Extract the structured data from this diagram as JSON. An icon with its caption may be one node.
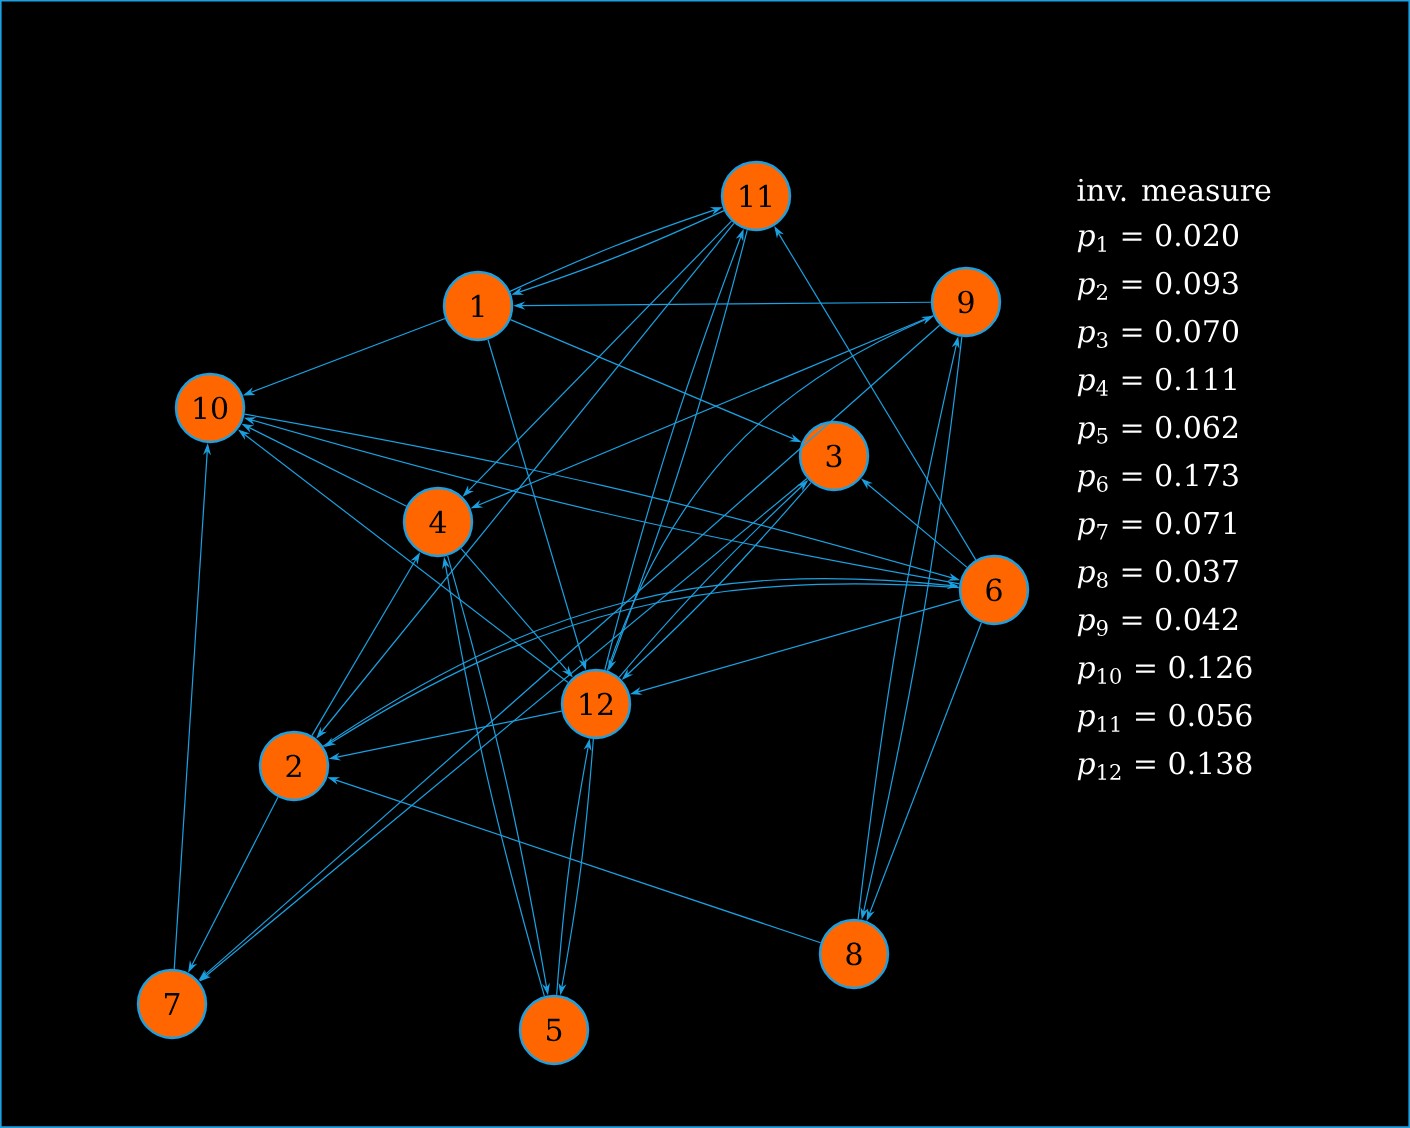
{
  "diagram": {
    "nodes": [
      {
        "text": [
          "1"
        ]
      },
      {
        "text": [
          "2"
        ]
      },
      {
        "text": [
          "3"
        ]
      },
      {
        "text": [
          "4"
        ]
      },
      {
        "text": [
          "5"
        ]
      },
      {
        "text": [
          "6"
        ]
      },
      {
        "text": [
          "7"
        ]
      },
      {
        "text": [
          "8"
        ]
      },
      {
        "text": [
          "9"
        ]
      },
      {
        "text": [
          "10"
        ]
      },
      {
        "text": [
          "11"
        ]
      },
      {
        "text": [
          "12"
        ]
      }
    ],
    "edges": [
      {
        "from": 0,
        "to": 10,
        "arrow": "to"
      },
      {
        "from": 10,
        "to": 0,
        "arrow": "to"
      },
      {
        "from": 8,
        "to": 0,
        "arrow": "to"
      },
      {
        "from": 0,
        "to": 9,
        "arrow": "to"
      },
      {
        "from": 0,
        "to": 2,
        "arrow": "to"
      },
      {
        "from": 0,
        "to": 11,
        "arrow": "to"
      },
      {
        "from": 10,
        "to": 3,
        "arrow": "to"
      },
      {
        "from": 10,
        "to": 1,
        "arrow": "to"
      },
      {
        "from": 11,
        "to": 10,
        "arrow": "to"
      },
      {
        "from": 10,
        "to": 11,
        "arrow": "to"
      },
      {
        "from": 3,
        "to": 4,
        "arrow": "to"
      },
      {
        "from": 4,
        "to": 3,
        "arrow": "to"
      },
      {
        "from": 8,
        "to": 3,
        "arrow": "to"
      },
      {
        "from": 8,
        "to": 7,
        "arrow": "to"
      },
      {
        "from": 7,
        "to": 8,
        "arrow": "to"
      },
      {
        "from": 5,
        "to": 7,
        "arrow": "to"
      },
      {
        "from": 5,
        "to": 2,
        "arrow": "to"
      },
      {
        "from": 5,
        "to": 10,
        "arrow": "to"
      },
      {
        "from": 9,
        "to": 5,
        "arrow": "to"
      },
      {
        "from": 5,
        "to": 9,
        "arrow": "to"
      },
      {
        "from": 3,
        "to": 9,
        "arrow": "to"
      },
      {
        "from": 11,
        "to": 9,
        "arrow": "to"
      },
      {
        "from": 6,
        "to": 9,
        "arrow": "to"
      },
      {
        "from": 1,
        "to": 3,
        "arrow": "to"
      },
      {
        "from": 3,
        "to": 11,
        "arrow": "to"
      },
      {
        "from": 1,
        "to": 6,
        "arrow": "to"
      },
      {
        "from": 2,
        "to": 6,
        "arrow": "to"
      },
      {
        "from": 8,
        "to": 6,
        "arrow": "to"
      },
      {
        "from": 11,
        "to": 2,
        "arrow": "to"
      },
      {
        "from": 2,
        "to": 11,
        "arrow": "to"
      },
      {
        "from": 11,
        "to": 8,
        "arrow": "to"
      },
      {
        "from": 5,
        "to": 1,
        "arrow": "to"
      },
      {
        "from": 11,
        "to": 1,
        "arrow": "to"
      },
      {
        "from": 1,
        "to": 5,
        "arrow": "to"
      },
      {
        "from": 5,
        "to": 11,
        "arrow": "to"
      },
      {
        "from": 7,
        "to": 1,
        "arrow": "to"
      },
      {
        "from": 11,
        "to": 4,
        "arrow": "to"
      },
      {
        "from": 4,
        "to": 11,
        "arrow": "to"
      }
    ],
    "labels": [
      "inv. measure",
      "*p*$_{1}$ = 0.020",
      "*p*$_{2}$ = 0.093",
      "*p*$_{3}$ = 0.070",
      "*p*$_{4}$ = 0.111",
      "*p*$_{5}$ = 0.062",
      "*p*$_{6}$ = 0.173",
      "*p*$_{7}$ = 0.071",
      "*p*$_{8}$ = 0.037",
      "*p*$_{9}$ = 0.042",
      "*p*$_{10}$ = 0.126",
      "*p*$_{11}$ = 0.056",
      "*p*$_{12}$ = 0.138"
    ]
  }
}
